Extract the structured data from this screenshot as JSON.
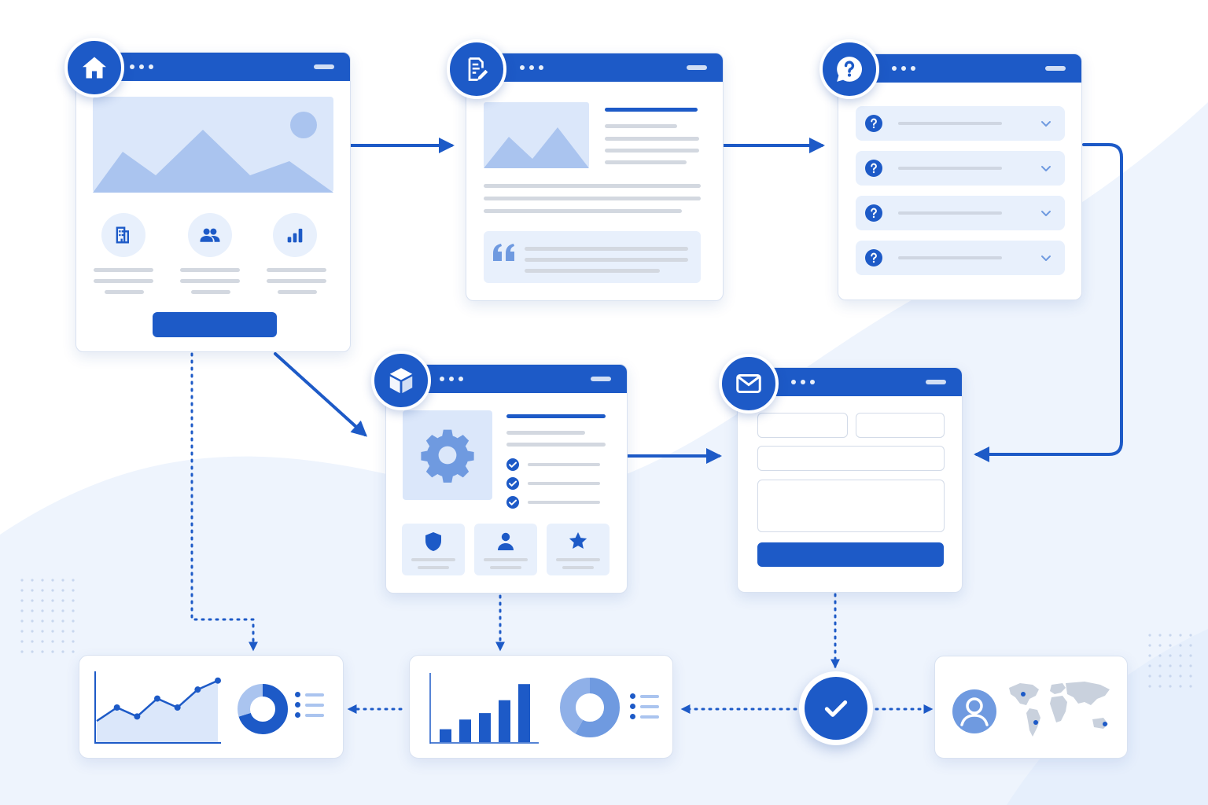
{
  "colors": {
    "primary": "#1d5ac7",
    "primary_light": "#6f9ae0",
    "primary_soft": "#aac4ef",
    "tint": "#e8f0fc",
    "tint_strong": "#dbe7fa",
    "gray_line": "#d3d8e0",
    "bg_wave": "#eef4fd"
  },
  "icons": {
    "home_page": "home-icon",
    "article_page": "document-edit-icon",
    "faq_page": "question-bubble-icon",
    "product_page": "cube-icon",
    "contact_page": "envelope-icon",
    "home_features": [
      "building-icon",
      "users-icon",
      "bar-chart-icon"
    ],
    "product_features": [
      "shield-icon",
      "user-icon",
      "star-icon"
    ],
    "article_quote": "quote-icon",
    "product_image": "gear-icon",
    "success": "check-icon",
    "audience": "user-avatar-icon"
  },
  "faq_item_count": 4,
  "product_checklist_count": 3,
  "trend_chart": {
    "type": "line",
    "values": [
      4,
      7,
      5,
      9,
      7,
      11,
      13
    ]
  },
  "bar_chart": {
    "type": "bar",
    "values": [
      2,
      3.5,
      4.5,
      6.5,
      9
    ]
  },
  "donut_small": {
    "type": "pie",
    "values": [
      70,
      30
    ]
  },
  "donut_large": {
    "type": "pie",
    "values": [
      58,
      42
    ]
  }
}
